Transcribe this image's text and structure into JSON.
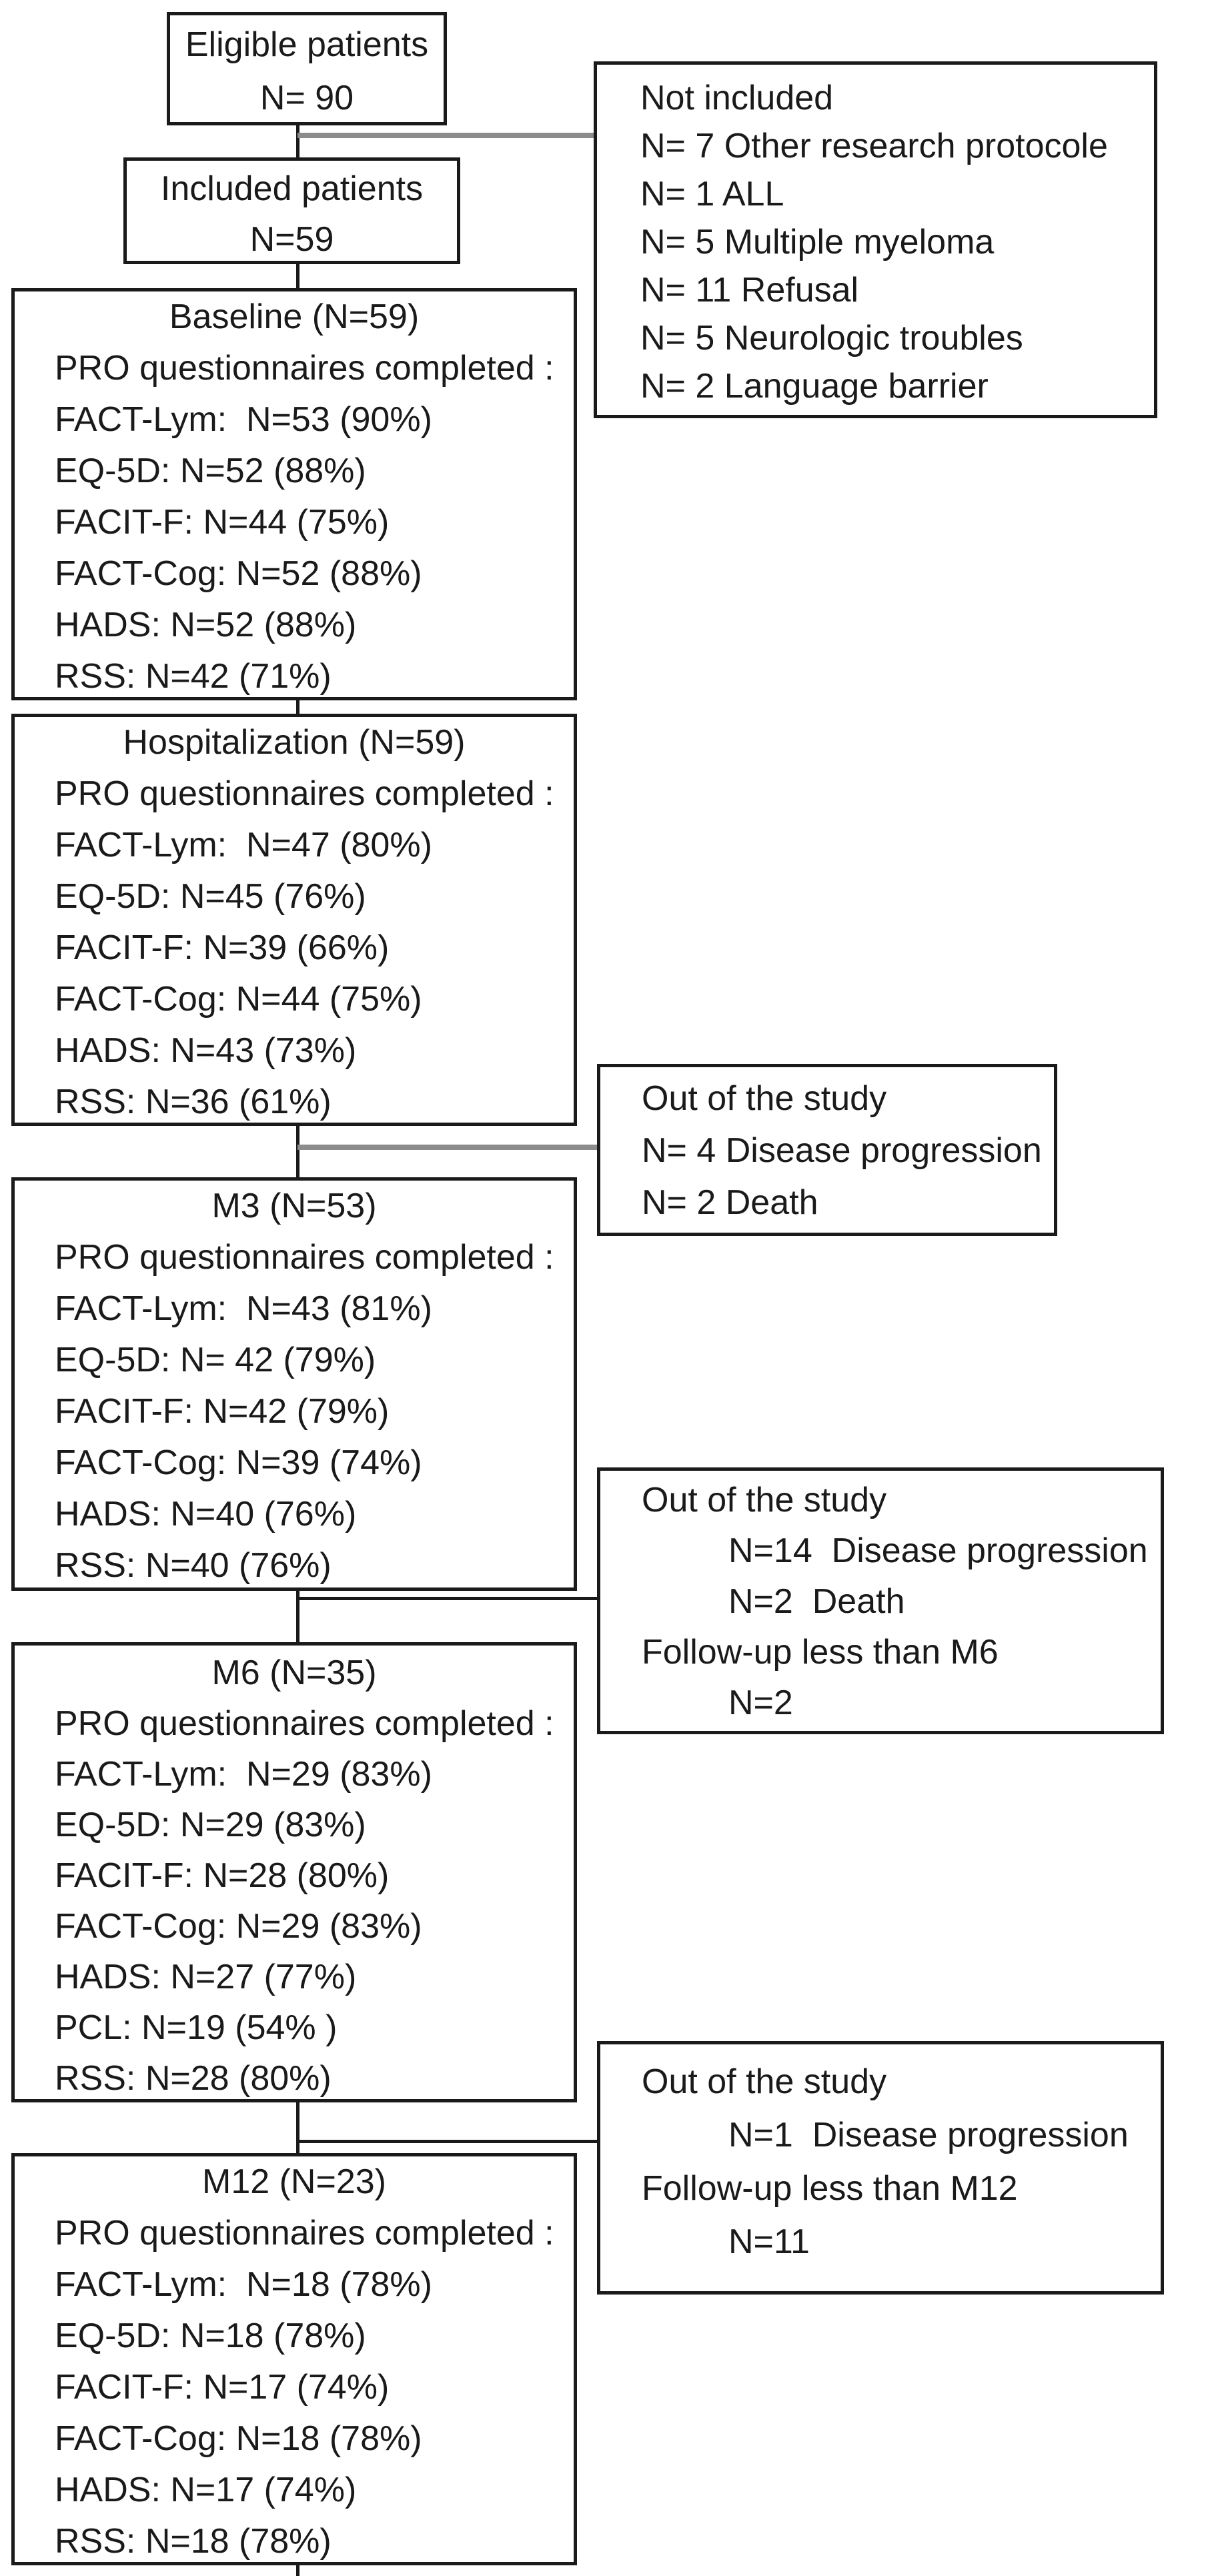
{
  "colors": {
    "box_border": "#1a1a1a",
    "text": "#1a1a1a",
    "connector_black": "#1a1a1a",
    "connector_gray": "#8c8c8c",
    "background": "#ffffff"
  },
  "top": {
    "eligible": {
      "line1": "Eligible patients",
      "line2": "N= 90"
    },
    "included": {
      "line1": "Included patients",
      "line2": "N=59"
    }
  },
  "not_included": {
    "title": "Not included",
    "items": [
      "N= 7 Other research protocole",
      "N= 1 ALL",
      "N= 5 Multiple myeloma",
      "N= 11 Refusal",
      "N= 5 Neurologic troubles",
      "N= 2 Language barrier"
    ]
  },
  "stages": [
    {
      "title": "Baseline (N=59)",
      "subtitle": "PRO questionnaires completed :",
      "items": [
        "FACT-Lym:  N=53 (90%)",
        "EQ-5D: N=52 (88%)",
        "FACIT-F: N=44 (75%)",
        "FACT-Cog: N=52 (88%)",
        "HADS: N=52 (88%)",
        "RSS: N=42 (71%)"
      ]
    },
    {
      "title": "Hospitalization (N=59)",
      "subtitle": "PRO questionnaires completed :",
      "items": [
        "FACT-Lym:  N=47 (80%)",
        "EQ-5D: N=45 (76%)",
        "FACIT-F: N=39 (66%)",
        "FACT-Cog: N=44 (75%)",
        "HADS: N=43 (73%)",
        "RSS: N=36 (61%)"
      ]
    },
    {
      "title": "M3 (N=53)",
      "subtitle": "PRO questionnaires completed :",
      "items": [
        "FACT-Lym:  N=43 (81%)",
        "EQ-5D: N= 42 (79%)",
        "FACIT-F: N=42 (79%)",
        "FACT-Cog: N=39 (74%)",
        "HADS: N=40 (76%)",
        "RSS: N=40 (76%)"
      ]
    },
    {
      "title": "M6 (N=35)",
      "subtitle": "PRO questionnaires completed :",
      "items": [
        "FACT-Lym:  N=29 (83%)",
        "EQ-5D: N=29 (83%)",
        "FACIT-F: N=28 (80%)",
        "FACT-Cog: N=29 (83%)",
        "HADS: N=27 (77%)",
        "PCL: N=19 (54% )",
        "RSS: N=28 (80%)"
      ]
    },
    {
      "title": "M12 (N=23)",
      "subtitle": "PRO questionnaires completed :",
      "items": [
        "FACT-Lym:  N=18 (78%)",
        "EQ-5D: N=18 (78%)",
        "FACIT-F: N=17 (74%)",
        "FACT-Cog: N=18 (78%)",
        "HADS: N=17 (74%)",
        "RSS: N=18 (78%)"
      ]
    }
  ],
  "exits": [
    {
      "title": "Out of the study",
      "lines": [
        {
          "text": "N= 4 Disease progression",
          "indent": false
        },
        {
          "text": "N= 2 Death",
          "indent": false
        }
      ]
    },
    {
      "title": "Out of the study",
      "lines": [
        {
          "text": "N=14  Disease progression",
          "indent": true
        },
        {
          "text": "N=2  Death",
          "indent": true
        },
        {
          "text": "Follow-up less than M6",
          "indent": false
        },
        {
          "text": "N=2",
          "indent": true
        }
      ]
    },
    {
      "title": "Out of the study",
      "lines": [
        {
          "text": "N=1  Disease progression",
          "indent": true
        },
        {
          "text": "Follow-up less than M12",
          "indent": false
        },
        {
          "text": "N=11",
          "indent": true
        }
      ]
    }
  ]
}
